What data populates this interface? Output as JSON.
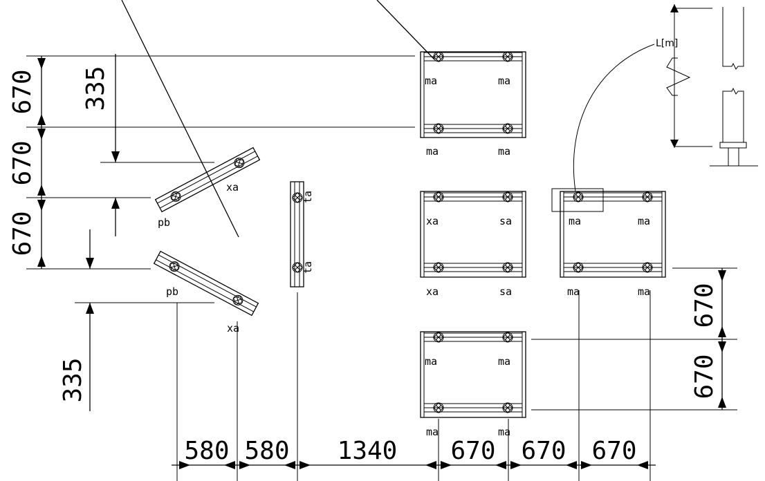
{
  "dimensions": {
    "left_vertical": [
      "670",
      "670",
      "670"
    ],
    "left_offset_top": "335",
    "left_offset_bottom": "335",
    "right_vertical": [
      "670",
      "670"
    ],
    "bottom_horizontal": [
      "580",
      "580",
      "1340",
      "670",
      "670",
      "670"
    ]
  },
  "labels": {
    "panel_top": [
      "ma",
      "ma",
      "ma",
      "ma"
    ],
    "panel_mid_left": [
      "xa",
      "sa",
      "xa",
      "sa"
    ],
    "panel_mid_right": [
      "ma",
      "ma",
      "ma",
      "ma"
    ],
    "panel_bottom": [
      "ma",
      "ma",
      "ma",
      "ma"
    ],
    "brace_upper": [
      "xa",
      "pb"
    ],
    "brace_lower": [
      "pb",
      "xa"
    ],
    "post": [
      "ta",
      "ta"
    ]
  },
  "detail": {
    "length_label": "L[m]"
  }
}
